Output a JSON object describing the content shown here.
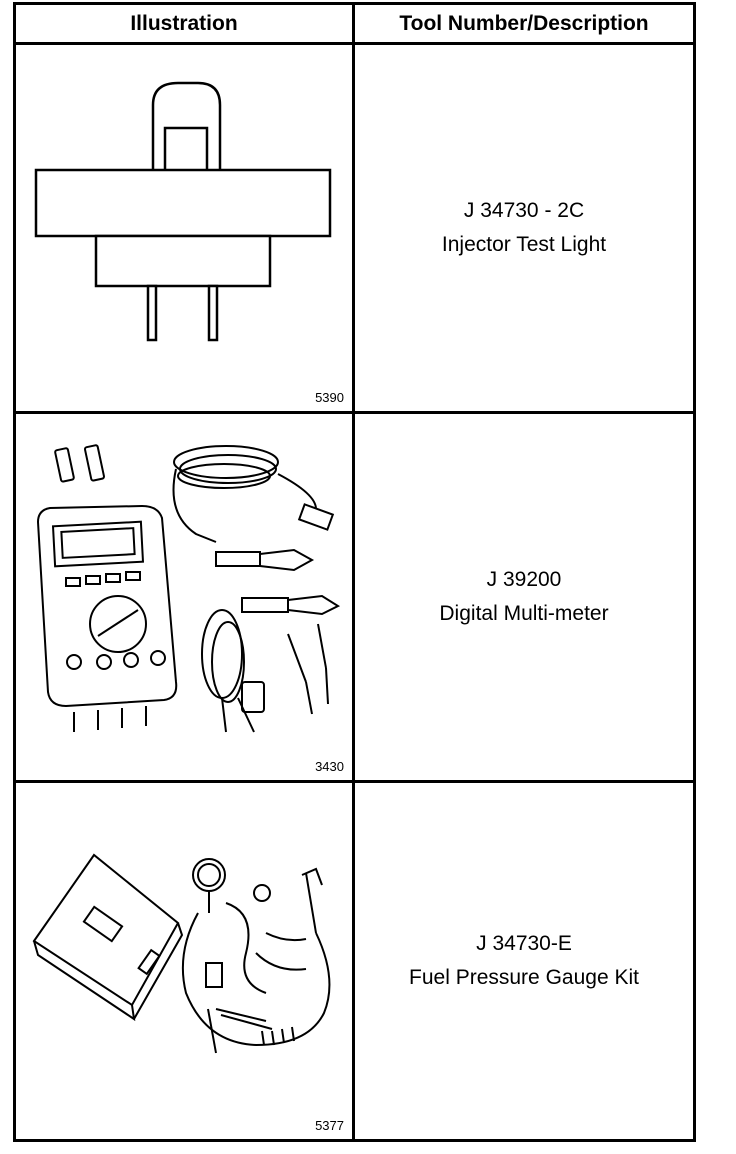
{
  "header": {
    "illustration": "Illustration",
    "tool": "Tool Number/Description"
  },
  "rows": [
    {
      "number": "J 34730 - 2C",
      "description": "Injector Test Light",
      "figure": "5390"
    },
    {
      "number": "J 39200",
      "description": "Digital Multi-meter",
      "figure": "3430"
    },
    {
      "number": "J 34730-E",
      "description": "Fuel Pressure Gauge Kit",
      "figure": "5377"
    }
  ]
}
